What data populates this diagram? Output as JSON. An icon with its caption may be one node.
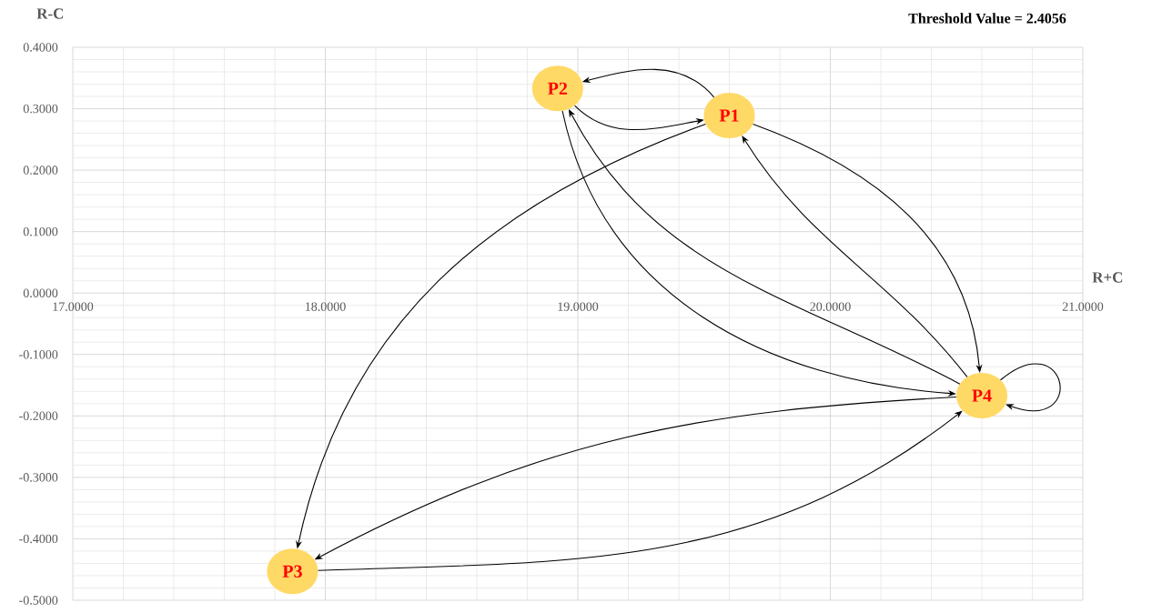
{
  "diagram": {
    "title": "Threshold Value = 2.4056",
    "nodes": [
      {
        "text": [
          "P2"
        ]
      },
      {
        "text": [
          "P1"
        ]
      },
      {
        "text": [
          "P4"
        ]
      },
      {
        "text": [
          "P3"
        ]
      }
    ],
    "edges": [
      {
        "from": 1,
        "to": 0,
        "arrow": "to"
      },
      {
        "from": 0,
        "to": 1,
        "arrow": "to"
      },
      {
        "from": 1,
        "to": 2,
        "arrow": "to"
      },
      {
        "from": 2,
        "to": 1,
        "arrow": "to"
      },
      {
        "from": 2,
        "to": 0,
        "arrow": "to"
      },
      {
        "from": 0,
        "to": 2,
        "arrow": "to"
      },
      {
        "from": 1,
        "to": 3,
        "arrow": "to"
      },
      {
        "from": 2,
        "to": 3,
        "arrow": "to"
      },
      {
        "from": 3,
        "to": 2,
        "arrow": "to"
      },
      {
        "from": 2,
        "to": 2,
        "arrow": "to"
      }
    ],
    "chart_data": {
      "type": "scatter",
      "grid": true,
      "xlabel": "R+C",
      "ylabel": "R-C",
      "xlim": [
        17,
        21
      ],
      "ylim": [
        -0.5,
        0.4
      ],
      "xticks": [
        {
          "value": 17,
          "label": "17.0000"
        },
        {
          "value": 18,
          "label": "18.0000"
        },
        {
          "value": 19,
          "label": "19.0000"
        },
        {
          "value": 20,
          "label": "20.0000"
        },
        {
          "value": 21,
          "label": "21.0000"
        }
      ],
      "yticks": [
        {
          "value": 0.4,
          "label": "0.4000"
        },
        {
          "value": 0.3,
          "label": "0.3000"
        },
        {
          "value": 0.2,
          "label": "0.2000"
        },
        {
          "value": 0.1,
          "label": "0.1000"
        },
        {
          "value": 0,
          "label": "0.0000"
        },
        {
          "value": -0.1,
          "label": "-0.1000"
        },
        {
          "value": -0.2,
          "label": "-0.2000"
        },
        {
          "value": -0.3,
          "label": "-0.3000"
        },
        {
          "value": -0.4,
          "label": "-0.4000"
        },
        {
          "value": -0.5,
          "label": "-0.5000"
        }
      ],
      "x": [
        18.92,
        19.6,
        20.6,
        17.87
      ],
      "series": [
        {
          "color": "#ffd966",
          "values": [
            0.333,
            0.289,
            -0.167,
            -0.453
          ]
        }
      ]
    }
  }
}
